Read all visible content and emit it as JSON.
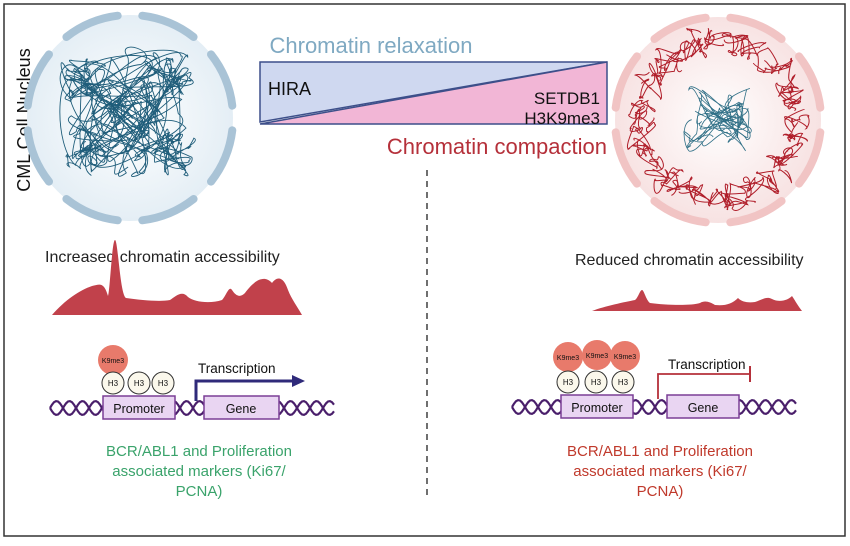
{
  "side_label": "CML Cell Nucleus",
  "wedge": {
    "top_label": "Chromatin relaxation",
    "left_factor": "HIRA",
    "right_factor_1": "SETDB1",
    "right_factor_2": "H3K9me3",
    "bottom_label": "Chromatin compaction"
  },
  "left_panel": {
    "accessibility_label": "Increased chromatin accessibility",
    "mark_labels": [
      "K9me3"
    ],
    "histone_labels": [
      "H3",
      "H3",
      "H3"
    ],
    "promoter_label": "Promoter",
    "gene_label": "Gene",
    "transcription_label": "Transcription",
    "markers_line1": "BCR/ABL1 and Proliferation",
    "markers_line2": "associated  markers (Ki67/",
    "markers_line3": "PCNA)"
  },
  "right_panel": {
    "accessibility_label": "Reduced chromatin accessibility",
    "mark_labels": [
      "K9me3",
      "K9me3",
      "K9me3"
    ],
    "histone_labels": [
      "H3",
      "H3",
      "H3"
    ],
    "promoter_label": "Promoter",
    "gene_label": "Gene",
    "transcription_label": "Transcription",
    "markers_line1": "BCR/ABL1 and Proliferation",
    "markers_line2": "associated  markers (Ki67/",
    "markers_line3": "PCNA)"
  },
  "colors": {
    "relaxation": "#7fa9c2",
    "compaction": "#b5303a",
    "wedge_blue": "#cfd8f0",
    "wedge_pink": "#f2b6d6",
    "peak_red": "#c1414b",
    "mark_red": "#e87a6b",
    "promoter_fill": "#e9d5f2",
    "promoter_stroke": "#7b3f96",
    "dna": "#4a1f6b",
    "arrow_navy": "#2f2a7a",
    "green_text": "#3aa36b",
    "red_text": "#c0392b"
  }
}
